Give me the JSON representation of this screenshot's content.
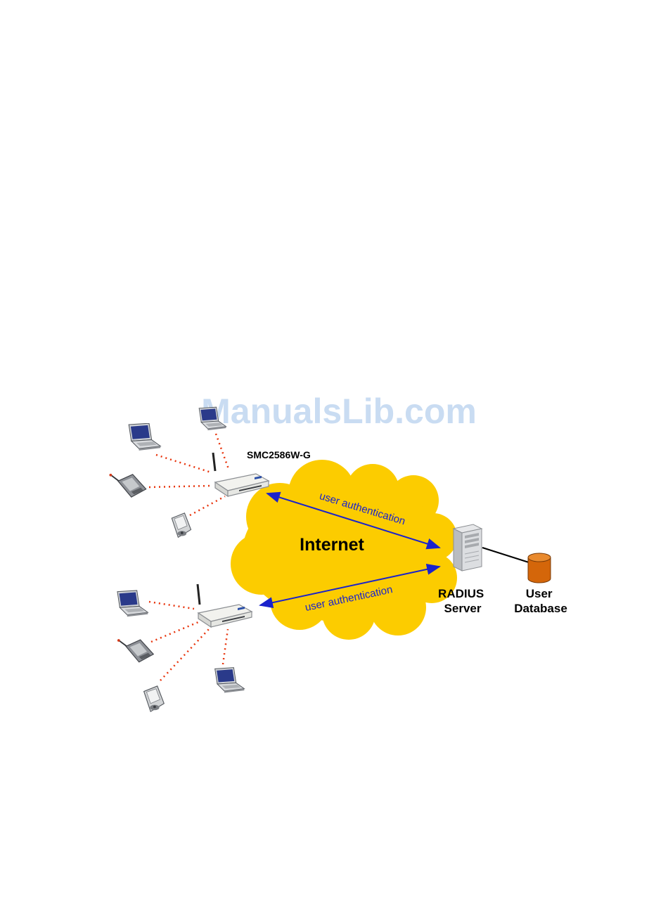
{
  "watermark": "ManualsLib.com",
  "router_label": "SMC2586W-G",
  "cloud_label": "Internet",
  "link_label_top": "user authentication",
  "link_label_bottom": "user authentication",
  "server_label": [
    "RADIUS",
    "Server"
  ],
  "database_label": [
    "User",
    "Database"
  ],
  "colors": {
    "cloud": "#fccc00",
    "wireless_link": "#e8340c",
    "auth_arrow": "#1a22cc",
    "database": "#d4660a",
    "watermark": "#c9dcf2"
  },
  "icons": {
    "router": "wireless-router-icon",
    "laptop": "laptop-icon",
    "pda": "pda-icon",
    "handheld": "handheld-scanner-icon",
    "server": "server-tower-icon",
    "database": "database-cylinder-icon"
  }
}
